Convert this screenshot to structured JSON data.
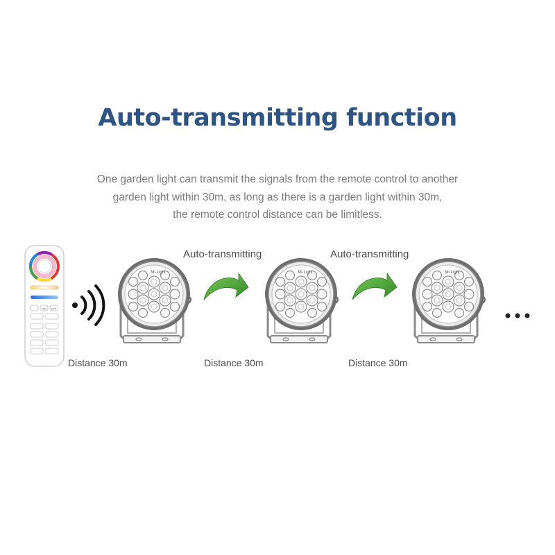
{
  "title": "Auto-transmitting function",
  "description": [
    "One garden light can transmit the signals from the remote control to another",
    "garden light within 30m, as long as there is a garden light within 30m,",
    "the remote control distance can be limitless."
  ],
  "transmit_labels": [
    "Auto-transmitting",
    "Auto-transmitting"
  ],
  "distance_labels": [
    "Distance 30m",
    "Distance 30m",
    "Distance 30m"
  ],
  "light_brand": "Mi·Light",
  "remote_buttons": [
    "ON",
    "OFF"
  ],
  "icons": [
    "remote-control-icon",
    "wireless-signal-icon",
    "garden-light-icon",
    "green-arrow-icon",
    "more-dots-icon"
  ],
  "colors": {
    "title": "#2e5485",
    "arrow": "#3e9a2e",
    "text": "#7a7a7a"
  }
}
